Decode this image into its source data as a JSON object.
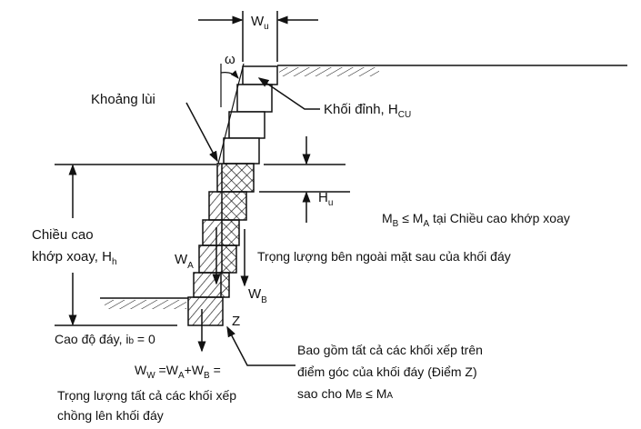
{
  "labels": {
    "wu": "W",
    "wu_sub": "u",
    "omega": "ω",
    "setback": "Khoảng lùi",
    "cap_unit": "Khối đỉnh,  H",
    "cap_unit_sub": "CU",
    "hu": "H",
    "hu_sub": "u",
    "condition_m": "M",
    "condition_b": "B",
    "condition_le": " ≤ M",
    "condition_a": "A",
    "condition_rest": " tại Chiều cao khớp xoay",
    "hinge_height_1": "Chiều cao",
    "hinge_height_2": "khớp xoay, H",
    "hinge_height_sub": "h",
    "wa": "W",
    "wa_sub": "A",
    "wb": "W",
    "wb_sub": "B",
    "external_weight": "Trọng lượng bên ngoài mặt sau của khối đáy",
    "z": "Z",
    "base_elev": "Cao độ đáy, i",
    "base_elev_sub": "b",
    "base_elev_rest": " = 0",
    "ww_eq": "W",
    "ww_sub": "W",
    "ww_eq2": " =W",
    "ww_sub2": "A",
    "ww_eq3": "+W",
    "ww_sub3": "B",
    "ww_eq4": " =",
    "total_weight_1": "Trọng lượng tất cả các khối xếp",
    "total_weight_2": "chồng lên khối đáy",
    "include_1": "Bao gồm tất cả các khối xếp trên",
    "include_2": "điểm góc của khối đáy (Điểm Z)",
    "include_3": "sao cho M",
    "include_3_b": "B",
    "include_3_le": " ≤ M",
    "include_3_a": "A"
  }
}
